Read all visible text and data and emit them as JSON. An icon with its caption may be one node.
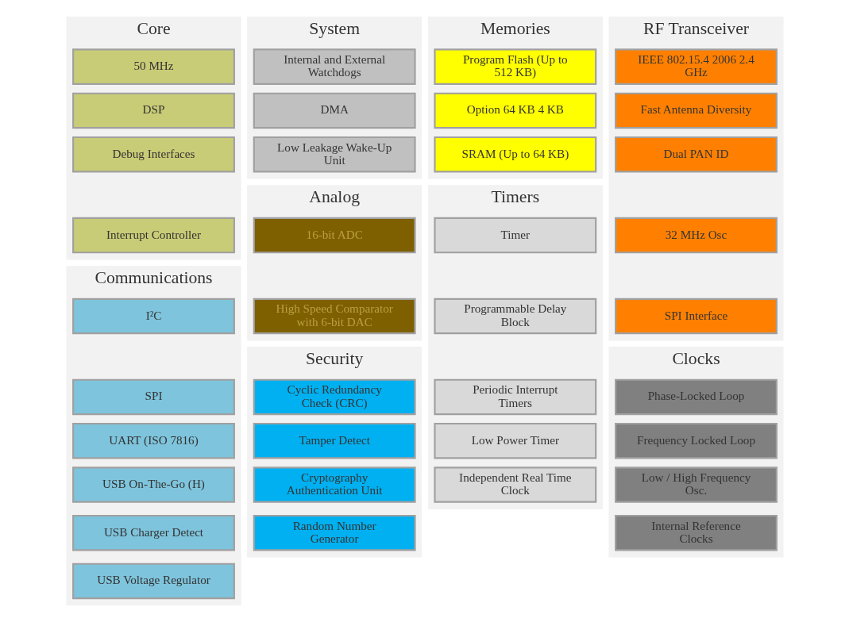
{
  "diagram": {
    "nodes": [
      {
        "text": [
          "Core"
        ]
      },
      {
        "text": [
          "50 MHz"
        ],
        "in": 0
      },
      {
        "text": [
          "DSP"
        ],
        "in": 0
      },
      {
        "text": [
          "Debug Interfaces"
        ],
        "in": 0
      },
      {
        "text": [
          "Interrupt Controller"
        ],
        "in": 0
      },
      {
        "text": [
          "Communications"
        ]
      },
      {
        "text": [
          "I²C"
        ],
        "in": 5
      },
      {
        "text": [
          "SPI"
        ],
        "in": 5
      },
      {
        "text": [
          "UART (ISO 7816)"
        ],
        "in": 5
      },
      {
        "text": [
          "USB On-The-Go (H)"
        ],
        "in": 5
      },
      {
        "text": [
          "USB Charger Detect"
        ],
        "in": 5
      },
      {
        "text": [
          "USB Voltage Regulator"
        ],
        "in": 5
      },
      {
        "text": [
          "System"
        ]
      },
      {
        "text": [
          "Internal and External Watchdogs"
        ],
        "in": 12
      },
      {
        "text": [
          "DMA"
        ],
        "in": 12
      },
      {
        "text": [
          "Low Leakage Wake-Up Unit"
        ],
        "in": 12
      },
      {
        "text": [
          "Analog"
        ]
      },
      {
        "text": [
          "16-bit ADC"
        ],
        "in": 16
      },
      {
        "text": [
          "High Speed Comparator with 6-bit DAC"
        ],
        "in": 16
      },
      {
        "text": [
          "Security"
        ]
      },
      {
        "text": [
          "Cyclic Redundancy Check (CRC)"
        ],
        "in": 19
      },
      {
        "text": [
          "Tamper Detect"
        ],
        "in": 19
      },
      {
        "text": [
          "Cryptography Authentication Unit"
        ],
        "in": 19
      },
      {
        "text": [
          "Random Number Generator"
        ],
        "in": 19
      },
      {
        "text": [
          "Memories"
        ]
      },
      {
        "text": [
          "Program Flash (Up to 512 KB)"
        ],
        "in": 24
      },
      {
        "text": [
          "Option 64 KB 4 KB"
        ],
        "in": 24
      },
      {
        "text": [
          "SRAM (Up to 64 KB)"
        ],
        "in": 24
      },
      {
        "text": [
          "Timers"
        ]
      },
      {
        "text": [
          "Timer"
        ],
        "in": 28
      },
      {
        "text": [
          "Programmable Delay Block"
        ],
        "in": 28
      },
      {
        "text": [
          "Periodic Interrupt Timers"
        ],
        "in": 28
      },
      {
        "text": [
          "Low Power Timer"
        ],
        "in": 28
      },
      {
        "text": [
          "Independent Real Time Clock"
        ],
        "in": 28
      },
      {
        "text": [
          "RF Transceiver"
        ]
      },
      {
        "text": [
          "IEEE 802.15.4 2006 2.4 GHz"
        ],
        "in": 34
      },
      {
        "text": [
          "Fast Antenna Diversity"
        ],
        "in": 34
      },
      {
        "text": [
          "Dual PAN ID"
        ],
        "in": 34
      },
      {
        "text": [
          "32 MHz Osc"
        ],
        "in": 34
      },
      {
        "text": [
          "SPI Interface"
        ],
        "in": 34
      },
      {
        "text": [
          "Clocks"
        ]
      },
      {
        "text": [
          "Phase-Locked Loop"
        ],
        "in": 40
      },
      {
        "text": [
          "Frequency Locked Loop"
        ],
        "in": 40
      },
      {
        "text": [
          "Low / High Frequency Osc."
        ],
        "in": 40
      },
      {
        "text": [
          "Internal Reference Clocks"
        ],
        "in": 40
      }
    ],
    "edges": []
  }
}
